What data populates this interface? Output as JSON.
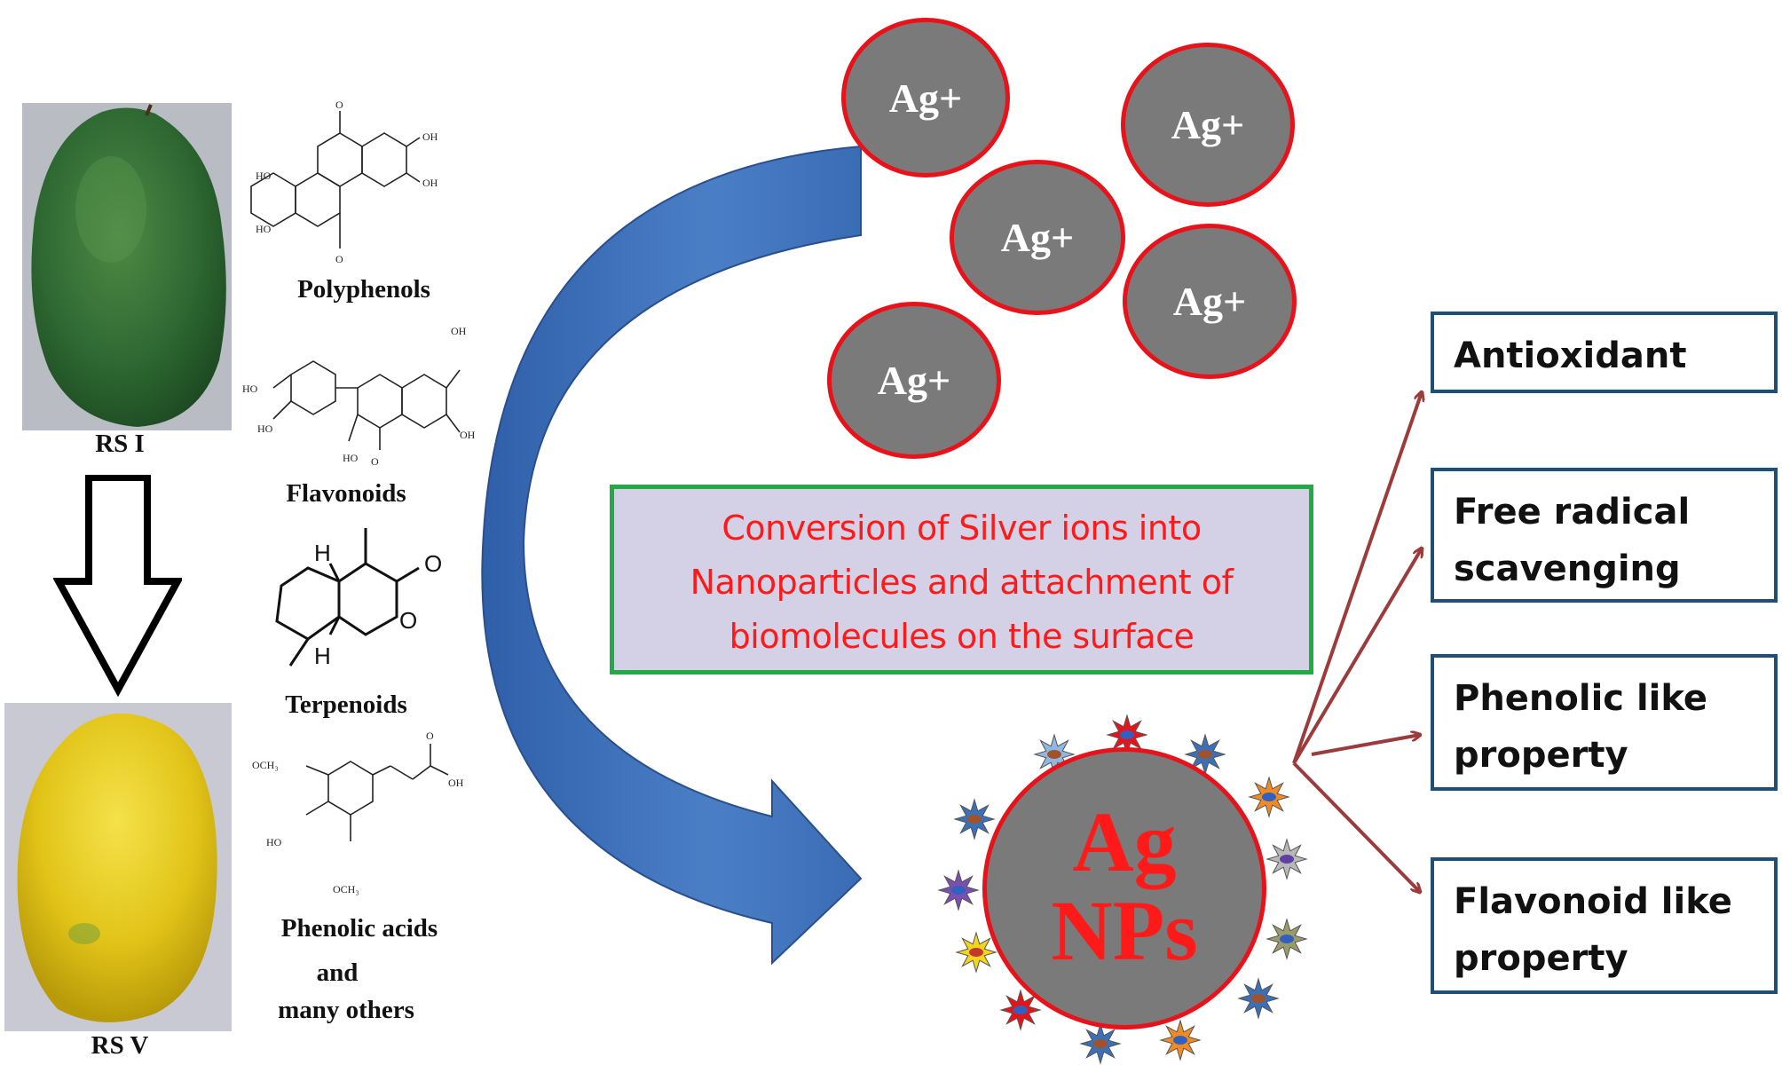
{
  "mangoes": {
    "raw_label": "RS I",
    "ripe_label": "RS V"
  },
  "compounds": {
    "polyphenols": "Polyphenols",
    "flavonoids": "Flavonoids",
    "terpenoids": "Terpenoids",
    "phenolic_line1": "Phenolic acids",
    "phenolic_line2": "and",
    "phenolic_line3": "many others"
  },
  "atoms": {
    "oh": "OH",
    "ho": "HO",
    "h": "H",
    "o": "O",
    "och3": "OCH₃"
  },
  "ions": [
    "Ag+",
    "Ag+",
    "Ag+",
    "Ag+",
    "Ag+"
  ],
  "conversion": {
    "line1": "Conversion of Silver ions into",
    "line2": "Nanoparticles and attachment of",
    "line3": "biomolecules on the surface"
  },
  "nanoparticle": {
    "line1": "Ag",
    "line2": "NPs"
  },
  "properties": {
    "antioxidant": "Antioxidant",
    "free_radical_l1": "Free radical",
    "free_radical_l2": "scavenging",
    "phenolic_l1": "Phenolic like",
    "phenolic_l2": "property",
    "flavonoid_l1": "Flavonoid like",
    "flavonoid_l2": "property"
  },
  "colors": {
    "ion_fill": "#7a7a7a",
    "ion_stroke": "#e8131a",
    "arrow_blue": "#3e6fb7",
    "conversion_text": "#ff1a1a",
    "conversion_border": "#22aa44",
    "conversion_fill": "#d4d0e6",
    "box_border": "#1f4e79",
    "branch_arrow": "#9c3b3b"
  }
}
